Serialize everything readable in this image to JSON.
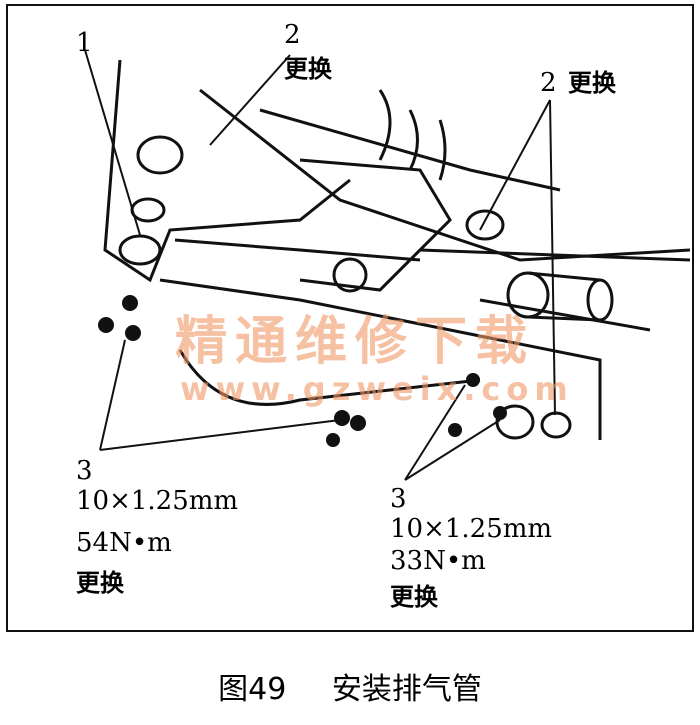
{
  "labels": {
    "part1": "1",
    "part2_top": {
      "num": "2",
      "note": "更换"
    },
    "part2_right": {
      "num": "2",
      "note": "更换"
    },
    "part3_left": {
      "num": "3",
      "size": "10×1.25mm",
      "torque": "54N•m",
      "note": "更换"
    },
    "part3_right": {
      "num": "3",
      "size": "10×1.25mm",
      "torque": "33N•m",
      "note": "更换"
    }
  },
  "watermark": {
    "title": "精通维修下载",
    "url": "www.gzweix.com"
  },
  "caption": {
    "figure": "图49",
    "title": "安装排气管"
  }
}
